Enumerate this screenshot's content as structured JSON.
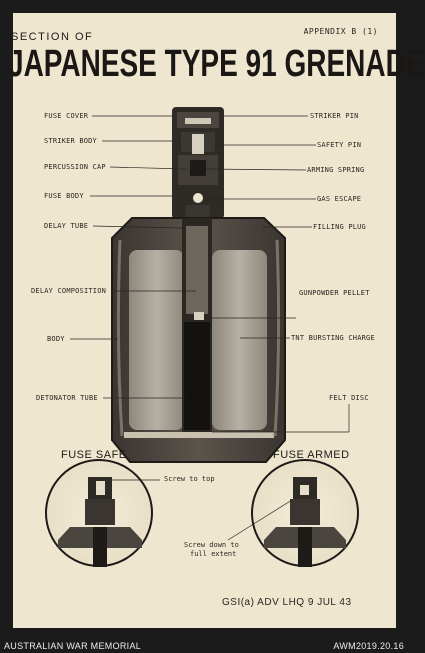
{
  "header": {
    "appendix": "APPENDIX B (1)",
    "section_of": "SECTION OF",
    "title": "JAPANESE TYPE 91 GRENADE"
  },
  "labels_left": [
    "FUSE COVER",
    "STRIKER BODY",
    "PERCUSSION CAP",
    "FUSE BODY",
    "DELAY TUBE",
    "DELAY COMPOSITION",
    "BODY",
    "DETONATOR TUBE"
  ],
  "labels_right": [
    "STRIKER PIN",
    "SAFETY PIN",
    "ARMING SPRING",
    "GAS ESCAPE",
    "FILLING PLUG",
    "GUNPOWDER PELLET",
    "TNT BURSTING CHARGE",
    "FELT DISC"
  ],
  "fuse_safe": {
    "title": "FUSE SAFE",
    "note": "Screw to top"
  },
  "fuse_armed": {
    "title": "FUSE ARMED",
    "note_line1": "Screw down to",
    "note_line2": "full extent"
  },
  "stamp": "GSI(a) ADV LHQ   9 JUL 43",
  "credit_left": "AUSTRALIAN WAR MEMORIAL",
  "credit_right": "AWM2019.20.16"
}
